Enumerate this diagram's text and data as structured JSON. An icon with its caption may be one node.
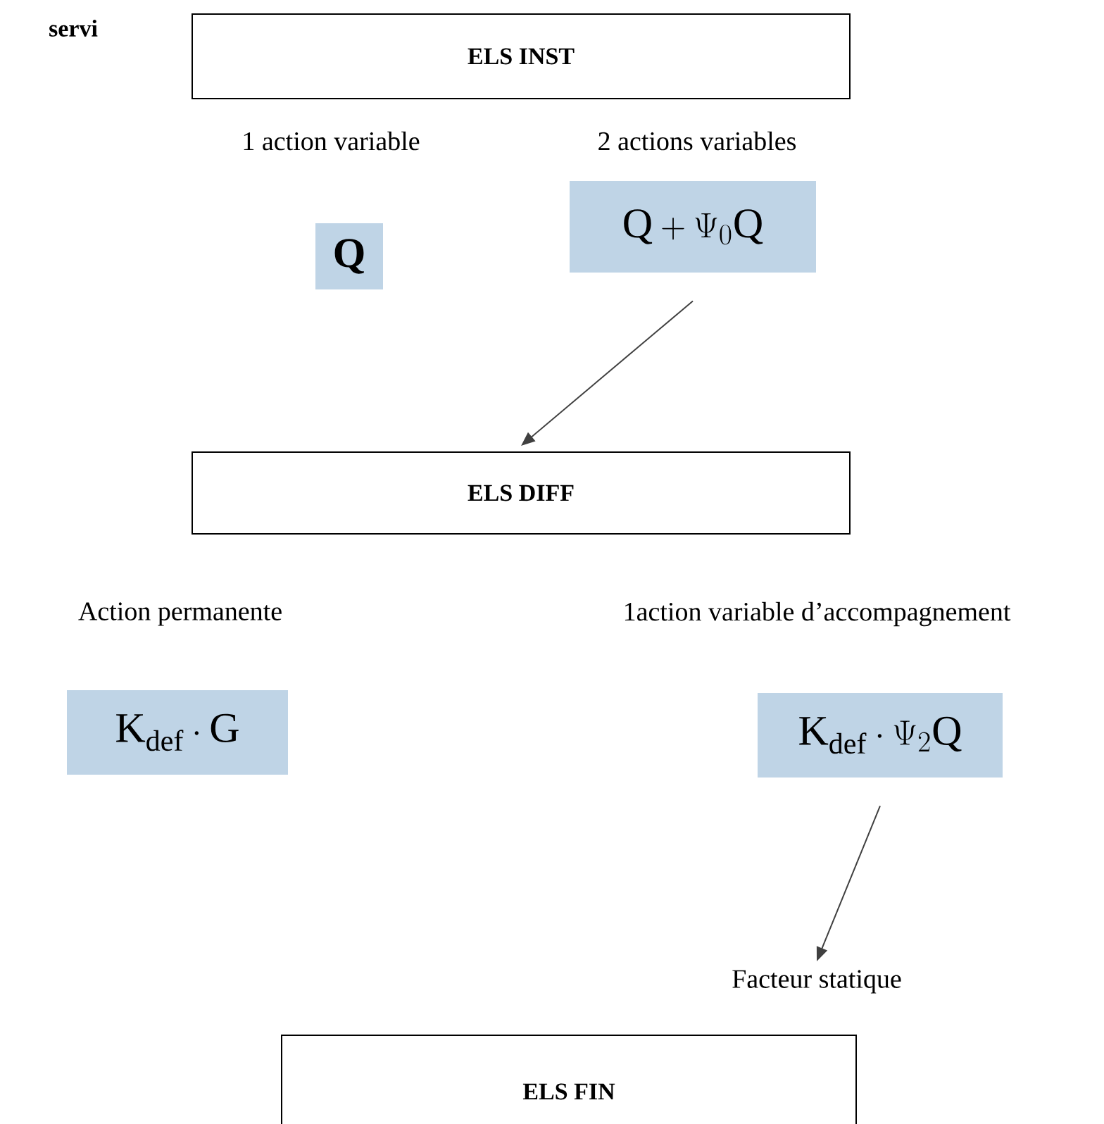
{
  "diagram": {
    "nodes": [
      {
        "text": [
          "ELS INST"
        ]
      },
      {
        "text": [
          "\\mathbf{Q}"
        ]
      },
      {
        "text": [
          "\\mathrm{Q} + \\Psi_0 \\mathrm{Q}"
        ]
      },
      {
        "text": [
          "ELS DIFF"
        ]
      },
      {
        "text": [
          "\\mathrm{K}_{\\mathrm{def}} \\cdot \\mathrm{G}"
        ]
      },
      {
        "text": [
          "\\mathrm{K}_{\\mathrm{def}} \\cdot \\Psi_2 \\mathrm{Q}"
        ]
      },
      {
        "text": [
          "Facteur statique"
        ]
      },
      {
        "text": [
          "ELS FIN"
        ]
      }
    ],
    "edges": [
      {
        "from": 2,
        "to": 3,
        "arrow": "to"
      },
      {
        "from": 5,
        "to": 6,
        "arrow": "to"
      }
    ],
    "labels": [
      "servi",
      "1 action  variable",
      "2 actions variables",
      "Action permanente",
      "1action variable d’accompagnement"
    ]
  }
}
